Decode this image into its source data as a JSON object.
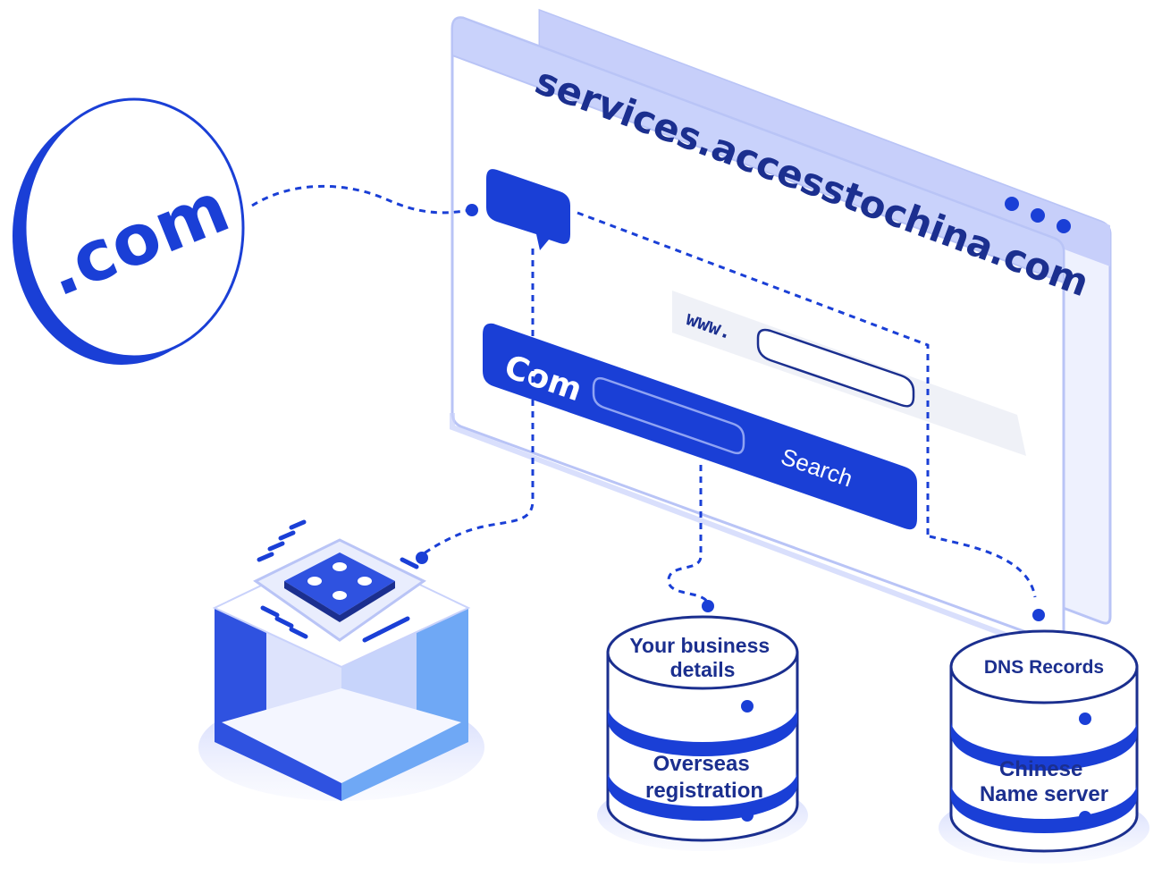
{
  "browser": {
    "url": "services.accesstochina.com",
    "www_prefix": "www.",
    "search_bar_label": "Com",
    "search_button_label": "Search"
  },
  "coin": {
    "label": ".com"
  },
  "databases": [
    {
      "top_label": [
        "Your business",
        "details"
      ],
      "band_label": [
        "Overseas",
        "registration"
      ]
    },
    {
      "top_label": [
        "DNS Records"
      ],
      "band_label": [
        "Chinese",
        "Name server"
      ]
    }
  ],
  "colors": {
    "primary": "#1a3fd6",
    "dark_blue": "#1b2f8f",
    "light_blue": "#c9d2fb",
    "window_frame": "#e8ecfd",
    "cube_light": "#6fa8f5"
  },
  "icons": {
    "chip": "cpu-chip-icon",
    "speech_bubble": "speech-bubble-icon",
    "cube": "server-cube-icon"
  }
}
